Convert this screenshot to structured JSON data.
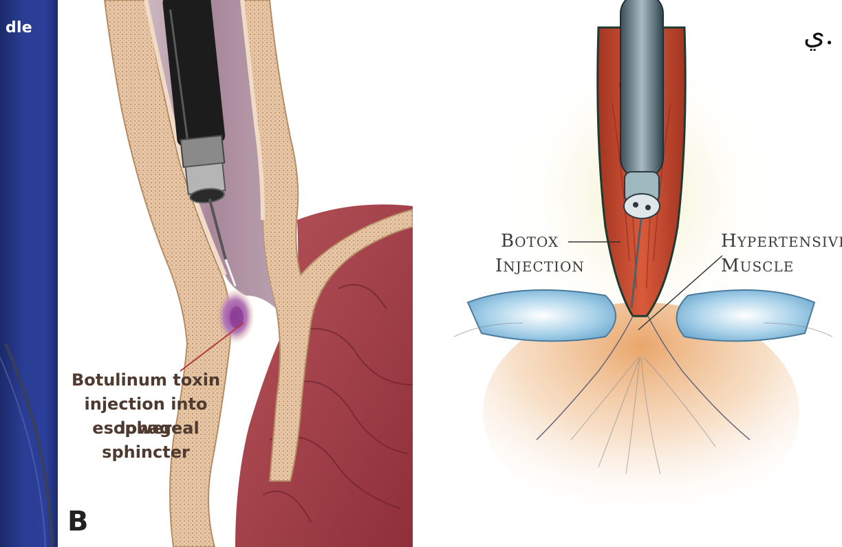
{
  "left_strip": {
    "text": "dle"
  },
  "panel_b": {
    "caption_lines": [
      "Botulinum toxin",
      "injection into lower",
      "esophageal",
      "sphincter"
    ],
    "letter": "B"
  },
  "panel_right": {
    "botox_label": {
      "line1_initial": "B",
      "line1_rest": "OTOX",
      "line2_initial": "I",
      "line2_rest": "NJECTION"
    },
    "hypertensive_label": {
      "line1_initial": "H",
      "line1_rest": "YPERTENSIVE",
      "line2_initial": "M",
      "line2_rest": "USCLE"
    }
  },
  "top_right_text": "ي.",
  "colors": {
    "strip_blue": "#2b3f9a",
    "stomach_red": "#a9444a",
    "wall_tan": "#e7c9a8",
    "muscle_red": "#c94a2e",
    "diaphragm_blue": "#9cc9e6",
    "stomach_orange": "#e8a46a"
  }
}
